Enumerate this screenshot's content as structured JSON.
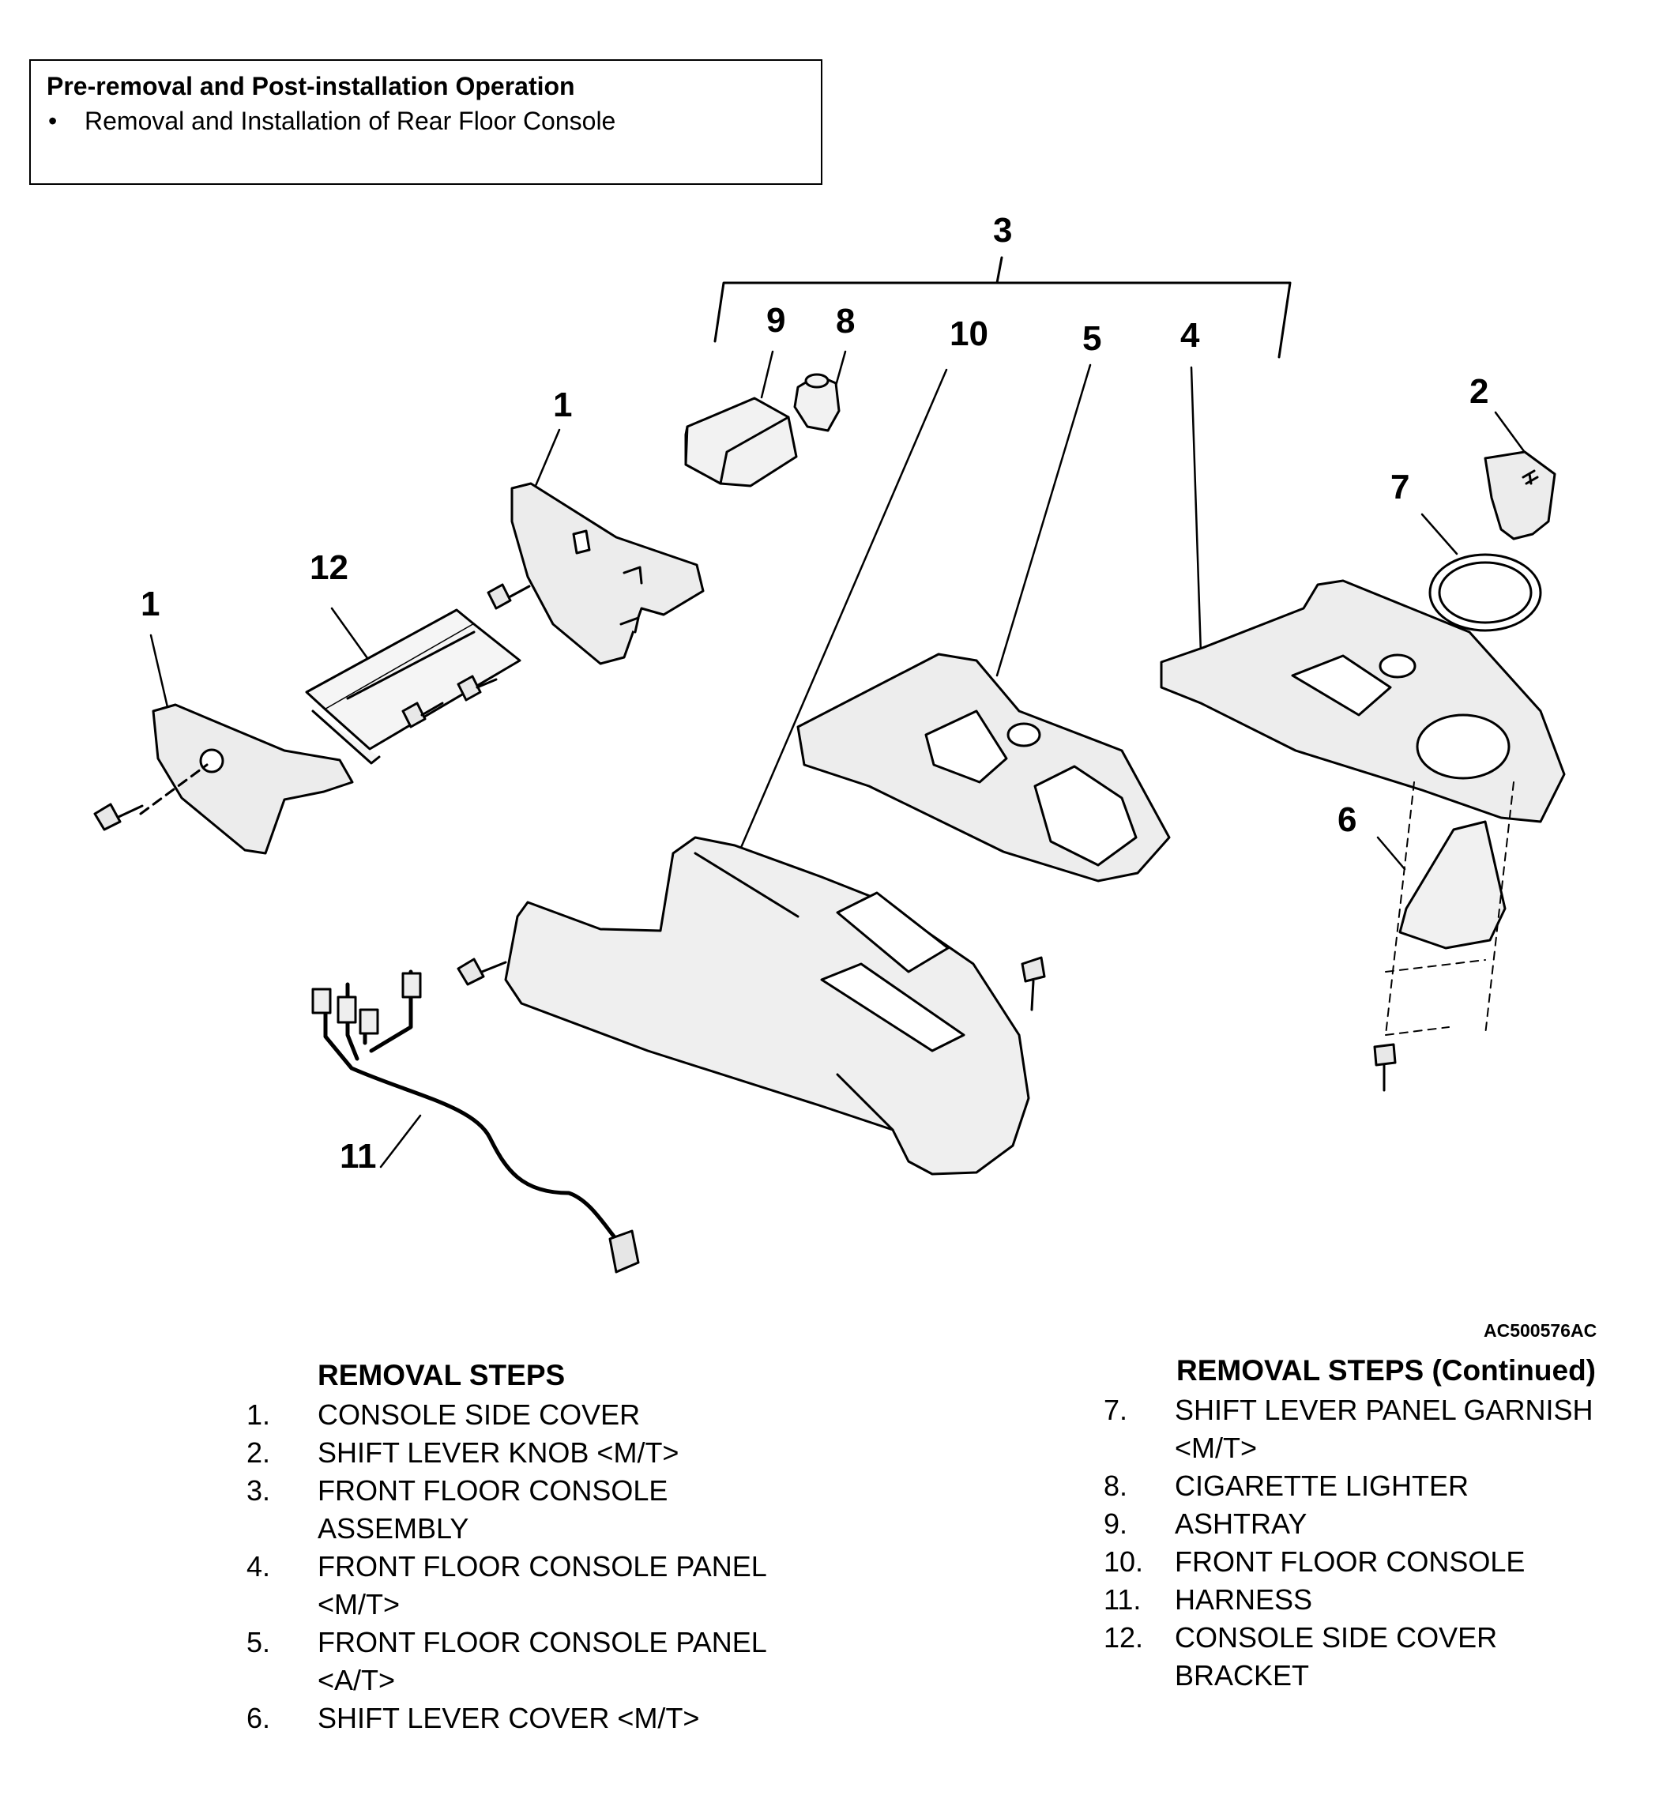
{
  "preop": {
    "title": "Pre-removal and Post-installation Operation",
    "bullet": "•",
    "item": "Removal and Installation of Rear Floor Console"
  },
  "callouts": [
    "3",
    "9",
    "8",
    "10",
    "5",
    "4",
    "2",
    "1",
    "7",
    "12",
    "1",
    "6",
    "11"
  ],
  "figure_id": "AC500576AC",
  "steps_left": {
    "heading": "REMOVAL STEPS",
    "items": [
      {
        "num": "1.",
        "text": "CONSOLE SIDE COVER"
      },
      {
        "num": "2.",
        "text": "SHIFT LEVER KNOB <M/T>"
      },
      {
        "num": "3.",
        "text": "FRONT FLOOR CONSOLE\nASSEMBLY"
      },
      {
        "num": "4.",
        "text": "FRONT FLOOR CONSOLE PANEL\n<M/T>"
      },
      {
        "num": "5.",
        "text": "FRONT FLOOR CONSOLE PANEL\n<A/T>"
      },
      {
        "num": "6.",
        "text": "SHIFT LEVER COVER <M/T>"
      }
    ]
  },
  "steps_right": {
    "heading": "REMOVAL STEPS (Continued)",
    "items": [
      {
        "num": "7.",
        "text": "SHIFT LEVER PANEL GARNISH\n<M/T>"
      },
      {
        "num": "8.",
        "text": "CIGARETTE LIGHTER"
      },
      {
        "num": "9.",
        "text": "ASHTRAY"
      },
      {
        "num": "10.",
        "text": "FRONT FLOOR CONSOLE"
      },
      {
        "num": "11.",
        "text": "HARNESS"
      },
      {
        "num": "12.",
        "text": "CONSOLE SIDE COVER\nBRACKET"
      }
    ]
  }
}
